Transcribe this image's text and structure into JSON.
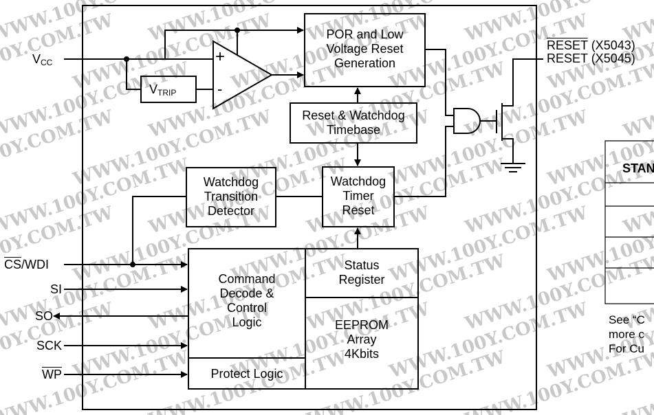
{
  "pins": {
    "vcc": {
      "main": "V",
      "sub": "CC"
    },
    "cs": {
      "bar": "CS",
      "rest": "/WDI"
    },
    "si": "SI",
    "so": "SO",
    "sck": "SCK",
    "wp": "WP"
  },
  "outputs": {
    "reset_bar": "RESET",
    "reset_bar_suffix": " (X5043)",
    "reset": "RESET (X5045)"
  },
  "blocks": {
    "vtrip": {
      "main": "V",
      "sub": "TRIP"
    },
    "comparator_plus": "+",
    "comparator_minus": "-",
    "por": "POR and Low\nVoltage Reset\nGeneration",
    "timebase": "Reset & Watchdog\nTimebase",
    "transition": "Watchdog\nTransition\nDetector",
    "timer": "Watchdog\nTimer\nReset",
    "command": "Command\nDecode &\nControl\nLogic",
    "status": "Status\nRegister",
    "eeprom": "EEPROM\nArray\n4Kbits",
    "protect": "Protect Logic"
  },
  "side_table": {
    "header": "STAN"
  },
  "note_lines": [
    "See “C",
    "more c",
    "For Cu"
  ],
  "watermark": "WWW.100Y.COM.TW",
  "colors": {
    "line": "#000000",
    "watermark": "#c8c8c8"
  }
}
